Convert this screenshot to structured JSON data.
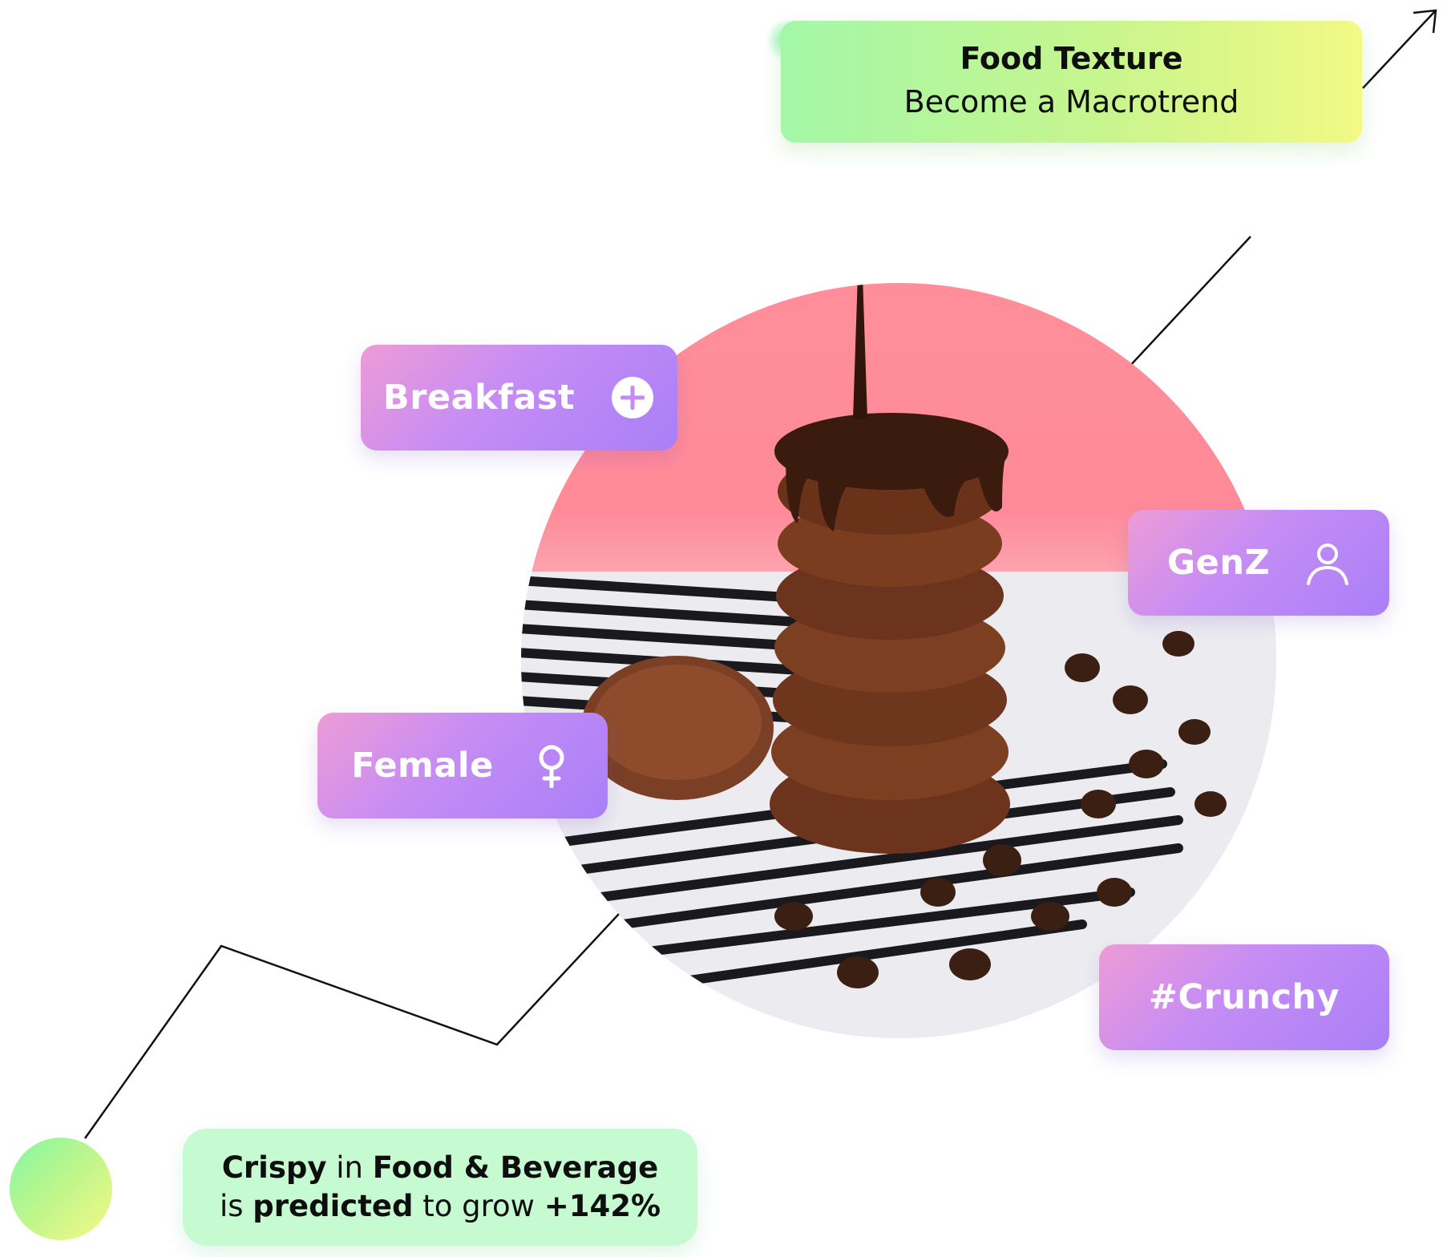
{
  "headline": {
    "title": "Food Texture",
    "subtitle": "Become a Macrotrend"
  },
  "tags": {
    "breakfast": {
      "label": "Breakfast",
      "icon": "plus-circle-icon"
    },
    "genz": {
      "label": "GenZ",
      "icon": "user-icon"
    },
    "female": {
      "label": "Female",
      "icon": "female-symbol-icon"
    },
    "crunchy": {
      "label": "#Crunchy"
    }
  },
  "stat": {
    "w1": "Crispy",
    "w2": "in",
    "w3": "Food & Beverage",
    "w4": "is",
    "w5": "predicted",
    "w6": "to grow",
    "w7": "+142%"
  },
  "colors": {
    "tag_gradient": [
      "#ee9bd6",
      "#c58cf5",
      "#a97ff6"
    ],
    "headline_gradient": [
      "#a3f7a8",
      "#c7f58e",
      "#f3f984"
    ],
    "stat_background": "#c6fbd2",
    "line": "#111111",
    "photo_pink": "#ff8e9a"
  }
}
